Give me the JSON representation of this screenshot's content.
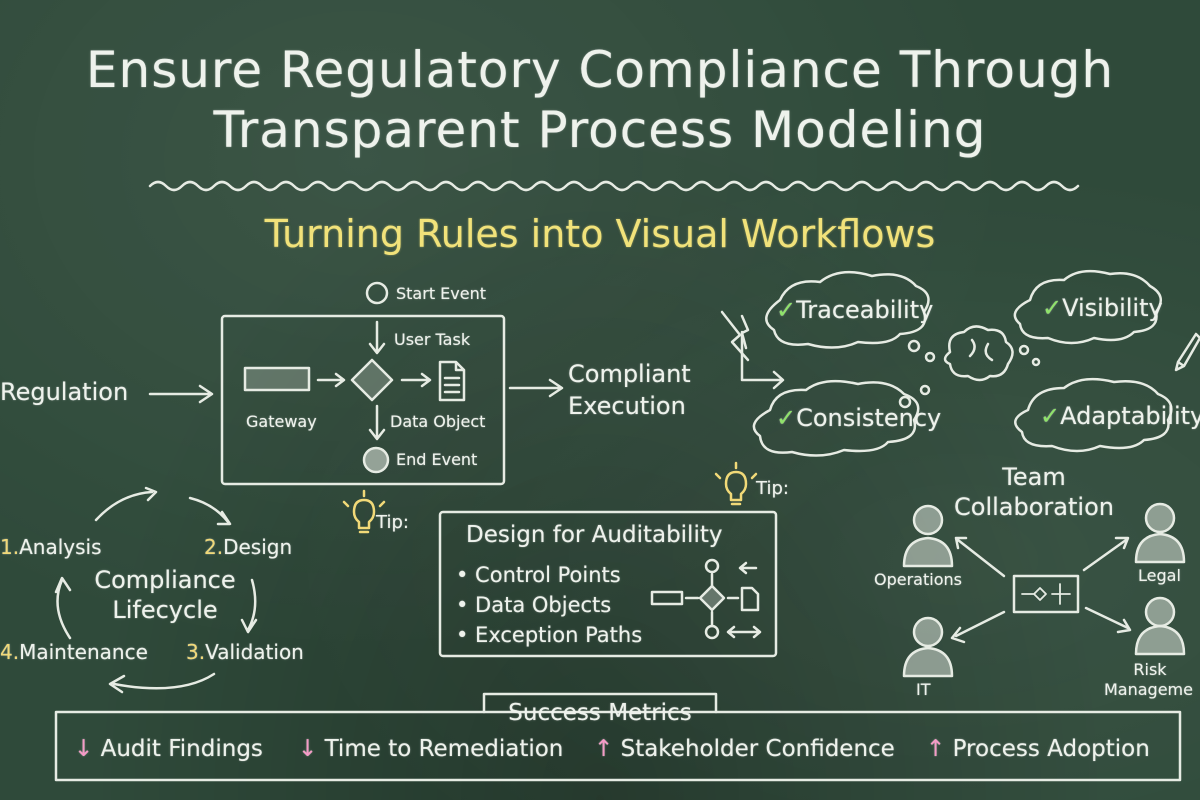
{
  "title": {
    "line1": "Ensure Regulatory Compliance Through",
    "line2": "Transparent Process Modeling"
  },
  "subtitle": "Turning Rules into Visual Workflows",
  "flow": {
    "input": "Regulation",
    "output_line1": "Compliant",
    "output_line2": "Execution",
    "start_event": "Start Event",
    "user_task": "User Task",
    "gateway": "Gateway",
    "data_object": "Data Object",
    "end_event": "End Event"
  },
  "benefits": [
    {
      "label": "Traceability",
      "check": "✓"
    },
    {
      "label": "Visibility",
      "check": "✓"
    },
    {
      "label": "Consistency",
      "check": "✓"
    },
    {
      "label": "Adaptability",
      "check": "✓"
    }
  ],
  "lifecycle": {
    "title_line1": "Compliance",
    "title_line2": "Lifecycle",
    "steps": [
      {
        "num": "1.",
        "label": "Analysis"
      },
      {
        "num": "2.",
        "label": "Design"
      },
      {
        "num": "3.",
        "label": "Validation"
      },
      {
        "num": "4.",
        "label": "Maintenance"
      }
    ]
  },
  "tips": [
    "Tip:",
    "Tip:"
  ],
  "auditability": {
    "title": "Design for Auditability",
    "bullets": [
      "• Control Points",
      "• Data Objects",
      "• Exception Paths"
    ]
  },
  "team": {
    "title_line1": "Team",
    "title_line2": "Collaboration",
    "members": [
      "Operations",
      "Legal",
      "IT",
      "Risk",
      "Manageme"
    ]
  },
  "metrics": {
    "title": "Success Metrics",
    "items": [
      {
        "arrow": "↓",
        "label": "Audit Findings"
      },
      {
        "arrow": "↓",
        "label": "Time to Remediation"
      },
      {
        "arrow": "↑",
        "label": "Stakeholder Confidence"
      },
      {
        "arrow": "↑",
        "label": "Process Adoption"
      }
    ]
  },
  "colors": {
    "board": "#2f4a3a",
    "chalk": "#eef2ec",
    "subtitle": "#f1e27a",
    "step_numbers": "#f1d978",
    "check": "#8fe36a",
    "metric_arrows": "#f59ac6"
  }
}
